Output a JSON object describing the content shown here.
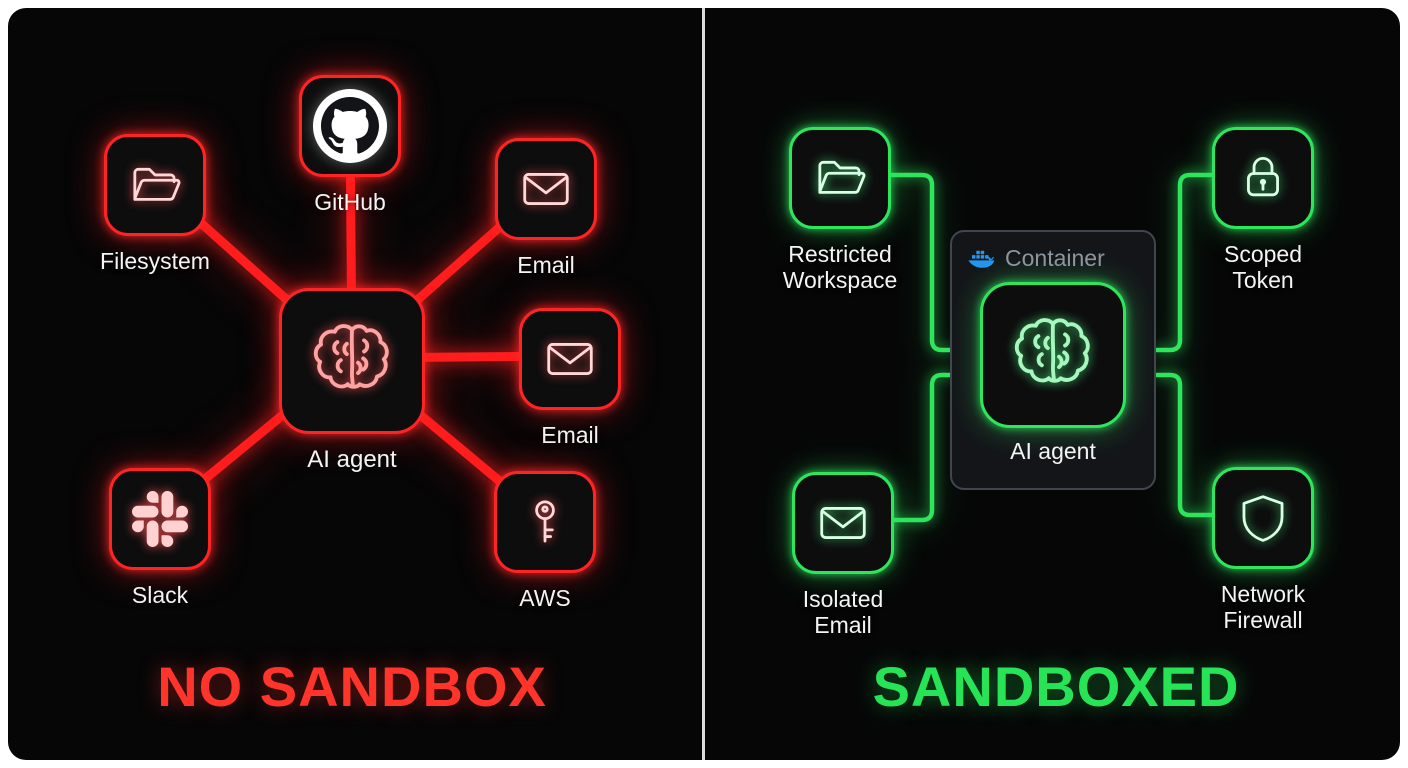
{
  "left_panel": {
    "title": "NO SANDBOX",
    "accent_color": "#ff2d2d",
    "agent": {
      "label": "AI agent",
      "icon": "brain"
    },
    "nodes": [
      {
        "label": "Filesystem",
        "icon": "folder"
      },
      {
        "label": "GitHub",
        "icon": "github-octocat"
      },
      {
        "label": "Email",
        "icon": "envelope"
      },
      {
        "label": "Email",
        "icon": "envelope"
      },
      {
        "label": "Slack",
        "icon": "slack"
      },
      {
        "label": "AWS",
        "icon": "key"
      }
    ]
  },
  "right_panel": {
    "title": "SANDBOXED",
    "accent_color": "#2ee55c",
    "container_label": "Container",
    "container_icon": "docker-whale",
    "agent": {
      "label": "AI agent",
      "icon": "brain"
    },
    "nodes": [
      {
        "label": "Restricted Workspace",
        "icon": "folder"
      },
      {
        "label": "Scoped Token",
        "icon": "lock"
      },
      {
        "label": "Isolated Email",
        "icon": "envelope"
      },
      {
        "label": "Network Firewall",
        "icon": "shield"
      }
    ]
  }
}
